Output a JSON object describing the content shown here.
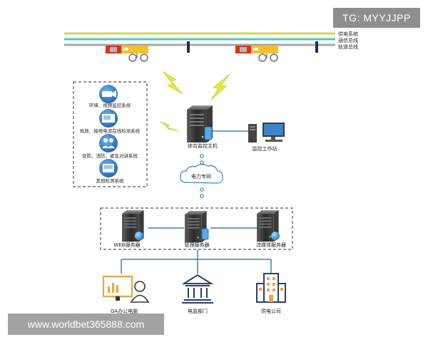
{
  "lines": {
    "power": "供电系统",
    "comm": "通信总线",
    "rail": "轨道总线"
  },
  "monitor_systems": [
    "环境、视频监控系统",
    "局放、接地电流在线检测系统",
    "安防、消防、紧急对讲系统",
    "其他检测系统"
  ],
  "main_host": "综合监控主机",
  "workstation": "监控工作站",
  "network": "电力专网",
  "servers": [
    "WEB服务器",
    "管理服务器",
    "流媒体服务器"
  ],
  "endpoints": [
    "OA办公电脑",
    "电监部门",
    "供电公司"
  ],
  "watermark_top": "TG: MYYJJPP",
  "watermark_bottom": "www.worldbet365888.com",
  "colors": {
    "power_line": "#c9d862",
    "comm_line": "#57c3b6",
    "rail_line": "#a7a7a7",
    "robot_red": "#d9301f",
    "robot_yellow": "#f2c12e",
    "lightning": "#e3ea3c",
    "link_blue": "#2f86c3",
    "icon_blue": "#2e6fae",
    "endpoint_orange": "#f0a23c"
  }
}
